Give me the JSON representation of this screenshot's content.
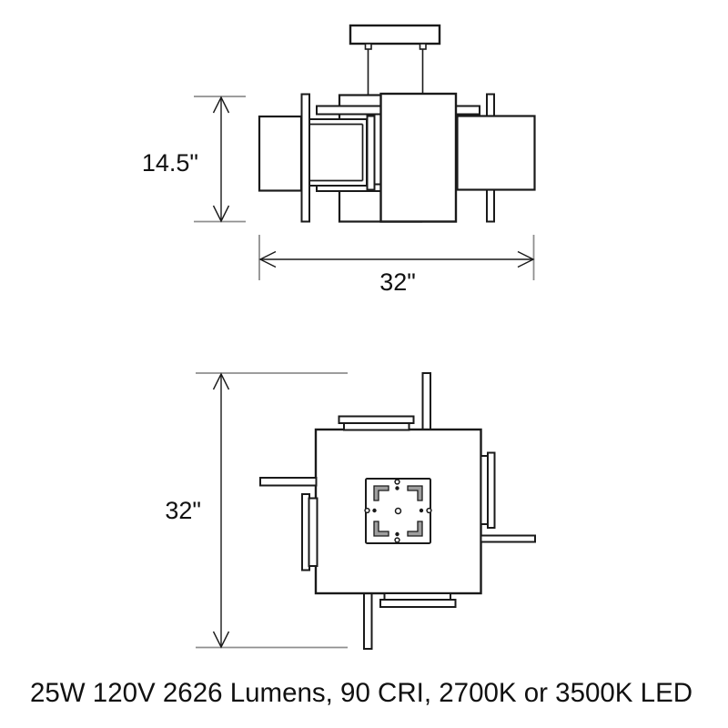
{
  "side_view": {
    "height_dim_label": "14.5\"",
    "width_dim_label": "32\""
  },
  "plan_view": {
    "size_dim_label": "32\""
  },
  "spec_line": "25W 120V 2626 Lumens, 90 CRI, 2700K or 3500K LED",
  "colors": {
    "outline": "#1a1a1a",
    "dimension_line": "#1a1a1a",
    "extension_line": "#8f8f8f",
    "bracket_fill": "#9e9e9e",
    "background": "#ffffff"
  }
}
